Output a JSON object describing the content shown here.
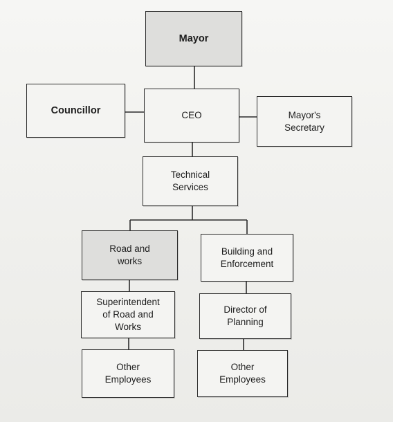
{
  "diagram": {
    "nodes": {
      "mayor": "Mayor",
      "councillor": "Councillor",
      "ceo": "CEO",
      "mayors_secretary": "Mayor's\nSecretary",
      "technical_services": "Technical\nServices",
      "road_and_works": "Road and\nworks",
      "building_and_enforcement": "Building and\nEnforcement",
      "superintendent": "Superintendent\nof Road and\nWorks",
      "director_of_planning": "Director of\nPlanning",
      "other_employees_left": "Other\nEmployees",
      "other_employees_right": "Other\nEmployees"
    },
    "edges": [
      [
        "mayor",
        "ceo"
      ],
      [
        "ceo",
        "councillor"
      ],
      [
        "ceo",
        "mayors_secretary"
      ],
      [
        "ceo",
        "technical_services"
      ],
      [
        "technical_services",
        "road_and_works"
      ],
      [
        "technical_services",
        "building_and_enforcement"
      ],
      [
        "road_and_works",
        "superintendent"
      ],
      [
        "superintendent",
        "other_employees_left"
      ],
      [
        "building_and_enforcement",
        "director_of_planning"
      ],
      [
        "director_of_planning",
        "other_employees_right"
      ]
    ]
  }
}
